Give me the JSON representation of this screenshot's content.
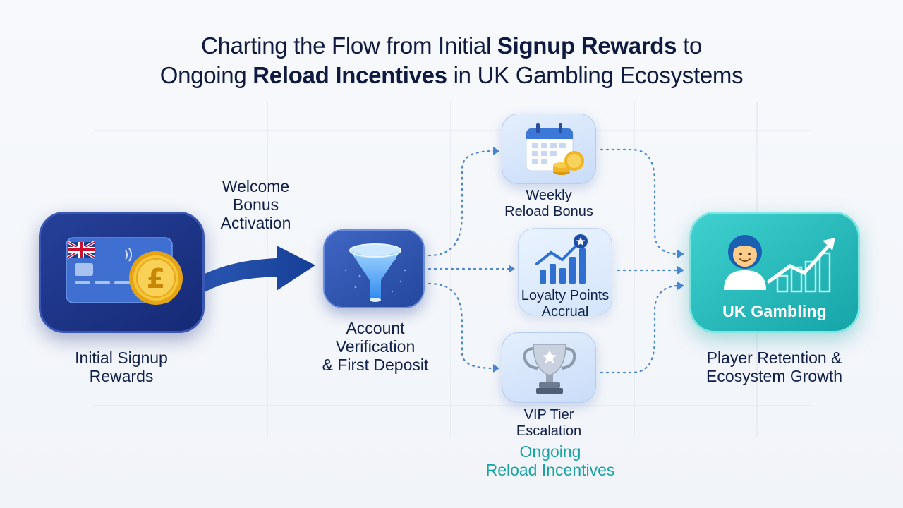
{
  "title": {
    "line1_pre": "Charting the Flow from Initial ",
    "line1_bold": "Signup Rewards",
    "line1_post": " to",
    "line2_pre": "Ongoing ",
    "line2_bold": "Reload Incentives",
    "line2_post": " in UK Gambling Ecosystems"
  },
  "nodes": {
    "signup": {
      "label": "Initial Signup\nRewards",
      "icon": "credit-card-pound-coin-icon"
    },
    "arrow_label": "Welcome\nBonus\nActivation",
    "verification": {
      "label": "Account\nVerification\n& First Deposit",
      "icon": "funnel-icon"
    },
    "weekly": {
      "label": "Weekly\nReload Bonus",
      "icon": "calendar-coins-icon"
    },
    "loyalty": {
      "label": "Loyalty Points\nAccrual",
      "icon": "bar-chart-badge-icon"
    },
    "vip": {
      "label": "VIP Tier\nEscalation",
      "icon": "trophy-icon"
    },
    "ongoing_caption": "Ongoing\nReload Incentives",
    "goal": {
      "tile_text": "UK Gambling",
      "label": "Player Retention &\nEcosystem Growth",
      "icon": "player-growth-icon"
    }
  },
  "colors": {
    "navy": "#152a75",
    "arrow_blue": "#1f4da6",
    "dotted": "#4a86d4",
    "teal": "#17a3a6",
    "title": "#0e1a3f"
  }
}
